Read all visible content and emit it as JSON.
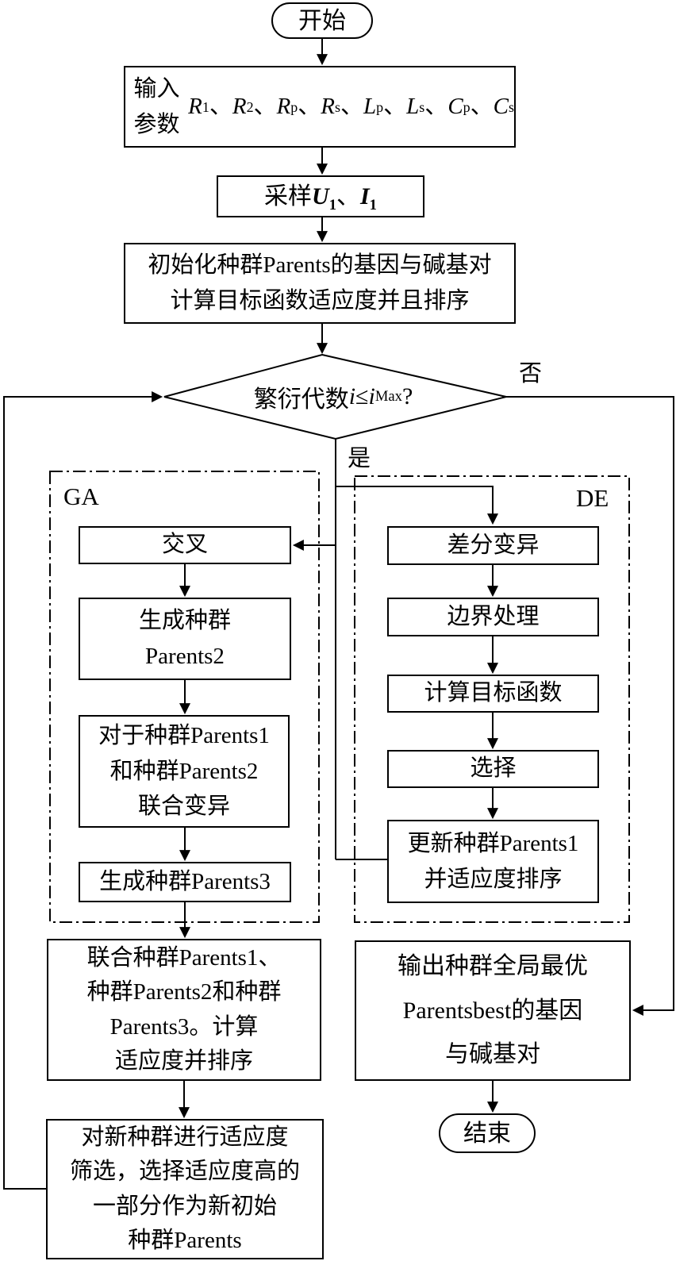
{
  "figure": {
    "background": "#ffffff",
    "stroke_color": "#000000",
    "nodes": {
      "start": "开始",
      "input_params_html": "输入参数<i>R</i><sub>1</sub>、 <i>R</i><sub>2</sub>、 <i>R</i><sub>p</sub>、 <i>R</i><sub>s</sub>、 <i>L</i><sub>p</sub>、<br><i>L</i><sub>s</sub>、 <i>C</i><sub>p</sub>、 <i>C</i><sub>s</sub>",
      "sampling_html": "采样<b><i>U</i><sub>1</sub></b>、 <b><i>I</i><sub>1</sub></b>",
      "initialize_html": "初始化种群Parents的基因与碱基对<br>计算目标函数适应度并且排序",
      "decision_html": "繁衍代数<i>i</i>≤<i>i</i><sub>Max</sub>?",
      "crossover": "交叉",
      "generate_parents2_html": "生成种群<br>Parents2",
      "joint_mutation_html": "对于种群Parents1<br>和种群Parents2<br>联合变异",
      "generate_parents3": "生成种群Parents3",
      "combine_html": "联合种群Parents1、<br>种群Parents2和种群<br>Parents3。计算<br>适应度并排序",
      "screening_html": "对新种群进行适应度<br>筛选，选择适应度高的<br>一部分作为新初始<br>种群Parents",
      "diff_mutation": "差分变异",
      "boundary": "边界处理",
      "objective": "计算目标函数",
      "selection": "选择",
      "update_parents1_html": "更新种群Parents1<br>并适应度排序",
      "output_html": "输出种群全局最优<br>Parentsbest的基因<br>与碱基对",
      "end": "结束"
    },
    "labels": {
      "yes": "是",
      "no": "否",
      "ga": "GA",
      "de": "DE"
    }
  }
}
